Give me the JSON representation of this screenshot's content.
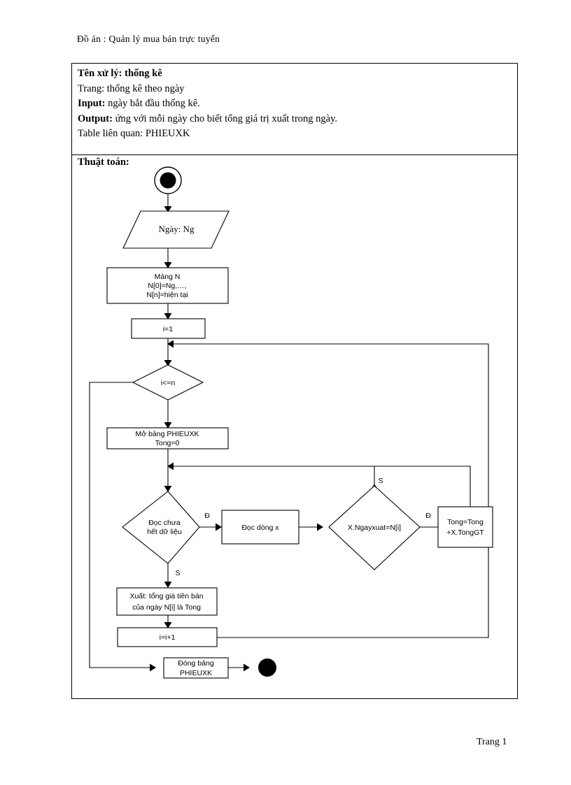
{
  "header": {
    "document_title": "Đồ án : Quản lý mua bán trực tuyến"
  },
  "footer": {
    "page_label": "Trang 1"
  },
  "spec": {
    "rows": [
      {
        "label": "Tên xử lý:",
        "bold_label": true,
        "value": "thống kê",
        "bold_value": true
      },
      {
        "label": "Trang:",
        "bold_label": false,
        "value": "thống kê theo ngày",
        "bold_value": false
      },
      {
        "label": "Input:",
        "bold_label": true,
        "value": "ngày bắt đầu thống kê.",
        "bold_value": false
      },
      {
        "label": "Output:",
        "bold_label": true,
        "value": "ứng với mỗi ngày cho biết tổng giá trị xuất trong ngày.",
        "bold_value": false
      },
      {
        "label": "Table liên quan:",
        "bold_label": false,
        "value": "PHIEUXK",
        "bold_value": false
      }
    ],
    "algorithm_label": "Thuật toán:"
  },
  "flowchart": {
    "type": "flowchart",
    "stroke_color": "#000000",
    "fill_color": "#ffffff",
    "nodes": [
      {
        "id": "start",
        "shape": "start-circle",
        "text": ""
      },
      {
        "id": "input-day",
        "shape": "parallelogram",
        "text": "Ngày: Ng"
      },
      {
        "id": "array-n",
        "shape": "process",
        "text": "Mảng N\nN[0]=Ng,…,\nN[n]=hiện tại"
      },
      {
        "id": "init-i",
        "shape": "process",
        "text": "i=1"
      },
      {
        "id": "cond-i-le-n",
        "shape": "decision",
        "text": "i<=n"
      },
      {
        "id": "open-table",
        "shape": "process",
        "text": "Mở bảng PHIEUXK\nTong=0"
      },
      {
        "id": "cond-eof",
        "shape": "decision",
        "text": "Đọc chưa\nhết dữ liệu"
      },
      {
        "id": "read-row",
        "shape": "process",
        "text": "Đọc dòng x"
      },
      {
        "id": "cond-date",
        "shape": "decision",
        "text": "X.Ngayxuat=N[i]"
      },
      {
        "id": "accumulate",
        "shape": "process",
        "text": "Tong=Tong\n+X.TongGT"
      },
      {
        "id": "output",
        "shape": "process",
        "text": "Xuất: tổng giá tiền bán\ncủa ngày N[i] là Tong"
      },
      {
        "id": "increment",
        "shape": "process",
        "text": "i=i+1"
      },
      {
        "id": "close-table",
        "shape": "process",
        "text": "Đóng bảng\nPHIEUXK"
      },
      {
        "id": "end",
        "shape": "end-circle",
        "text": ""
      }
    ],
    "branch_labels": [
      {
        "id": "eof-yes",
        "text": "Đ"
      },
      {
        "id": "eof-no",
        "text": "S"
      },
      {
        "id": "date-yes",
        "text": "Đ"
      },
      {
        "id": "date-no",
        "text": "S"
      }
    ]
  }
}
